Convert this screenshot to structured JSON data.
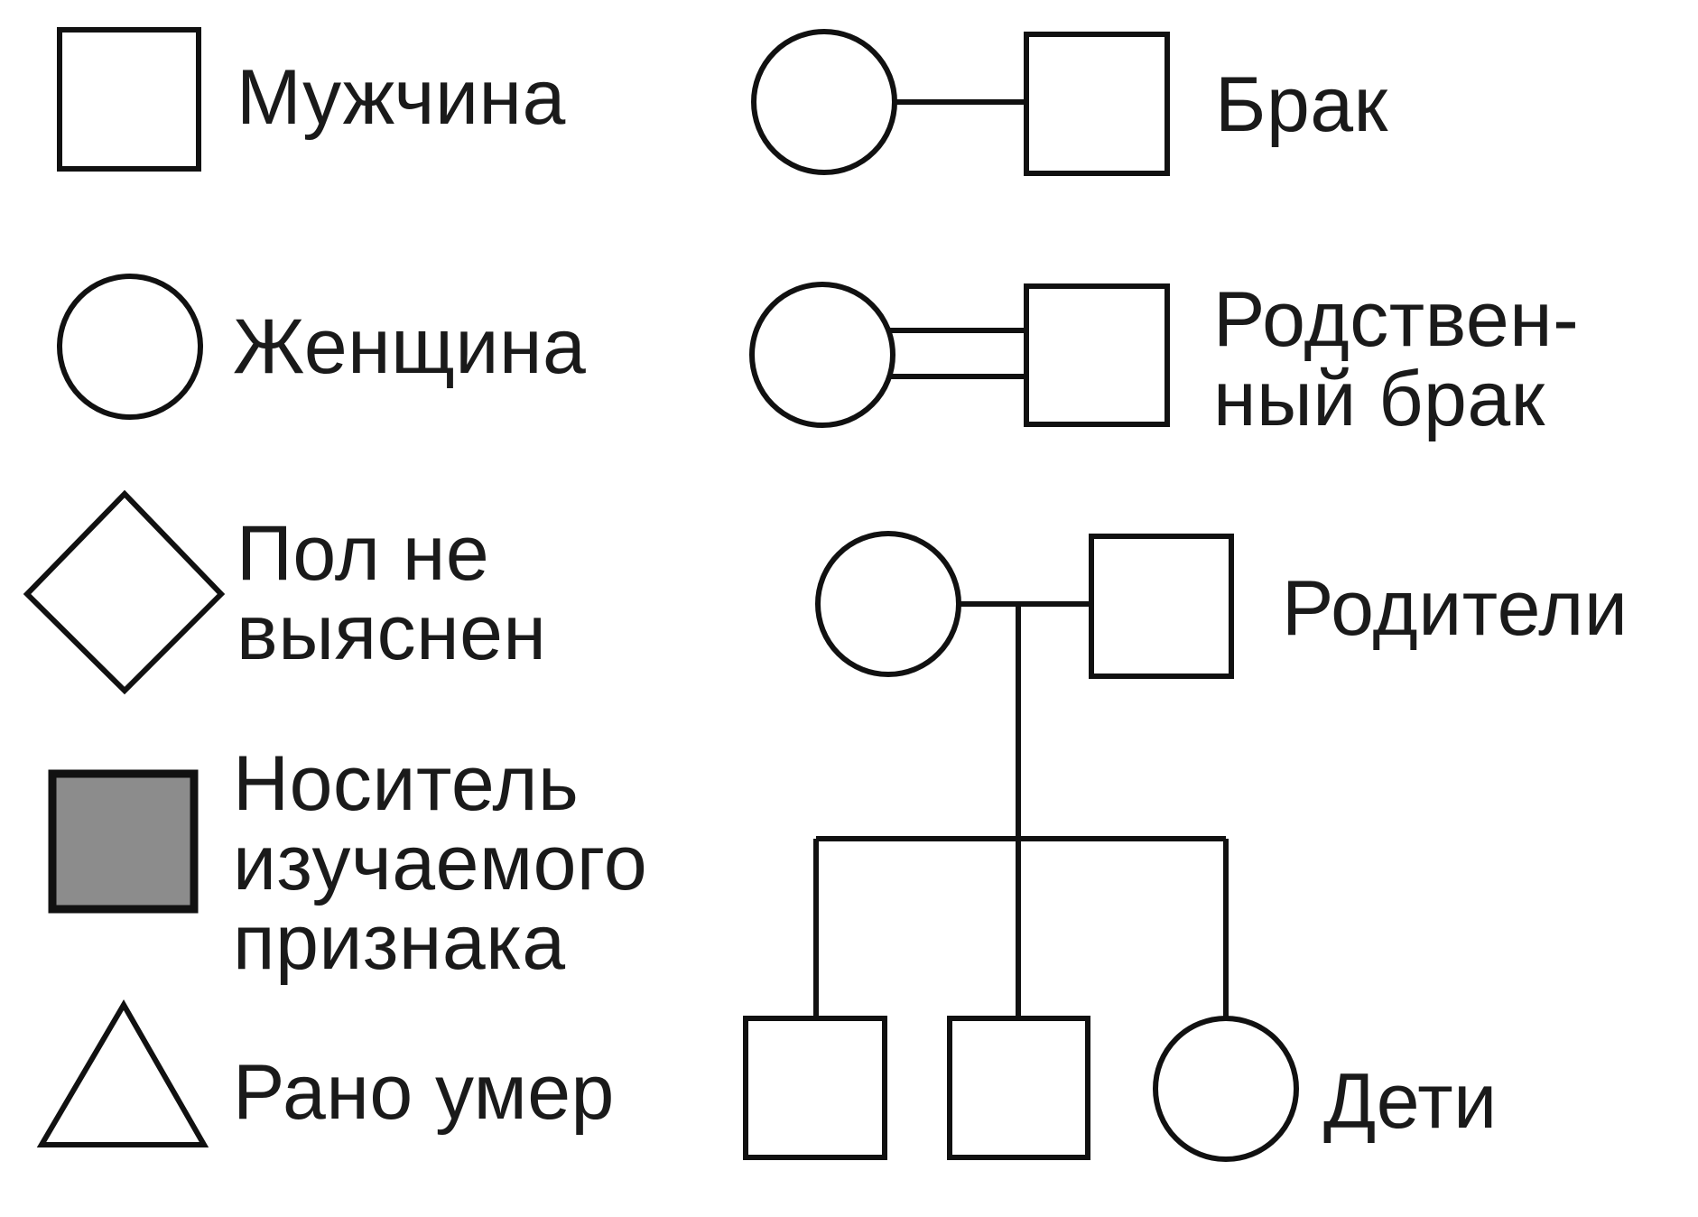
{
  "colors": {
    "stroke": "#111111",
    "carrier_fill": "#8c8c8c",
    "background": "#ffffff"
  },
  "legend": {
    "male": "Мужчина",
    "female": "Женщина",
    "unknown_sex": [
      "Пол не",
      "выяснен"
    ],
    "carrier": [
      "Носитель",
      "изучаемого",
      "признака"
    ],
    "died_early": "Рано умер",
    "marriage": "Брак",
    "consanguineous_marriage": [
      "Родствен-",
      "ный брак"
    ],
    "parents": "Родители",
    "children": "Дети"
  },
  "children_symbols": [
    "square",
    "square",
    "circle"
  ]
}
